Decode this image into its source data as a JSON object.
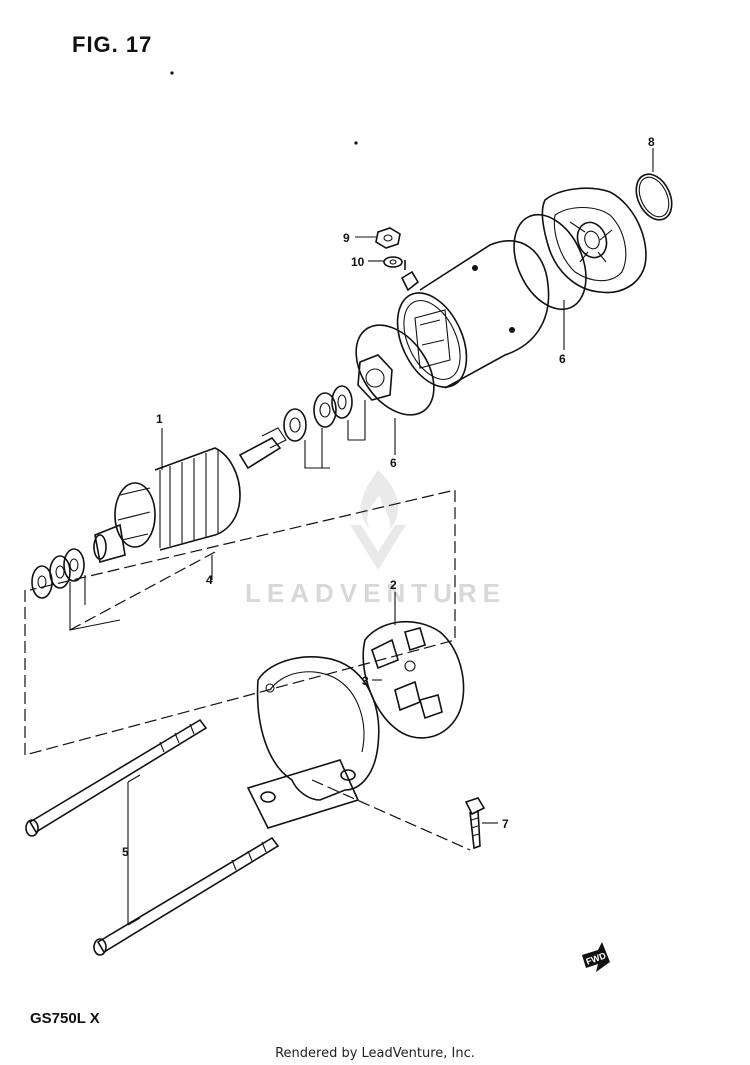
{
  "figure": {
    "title": "FIG. 17"
  },
  "model": "GS750L X",
  "footer": "Rendered by LeadVenture, Inc.",
  "watermark": "LEADVENTURE",
  "callouts": [
    "1",
    "2",
    "3",
    "4",
    "5",
    "6",
    "6",
    "7",
    "8",
    "9",
    "10"
  ],
  "fwd_badge": "FWD"
}
